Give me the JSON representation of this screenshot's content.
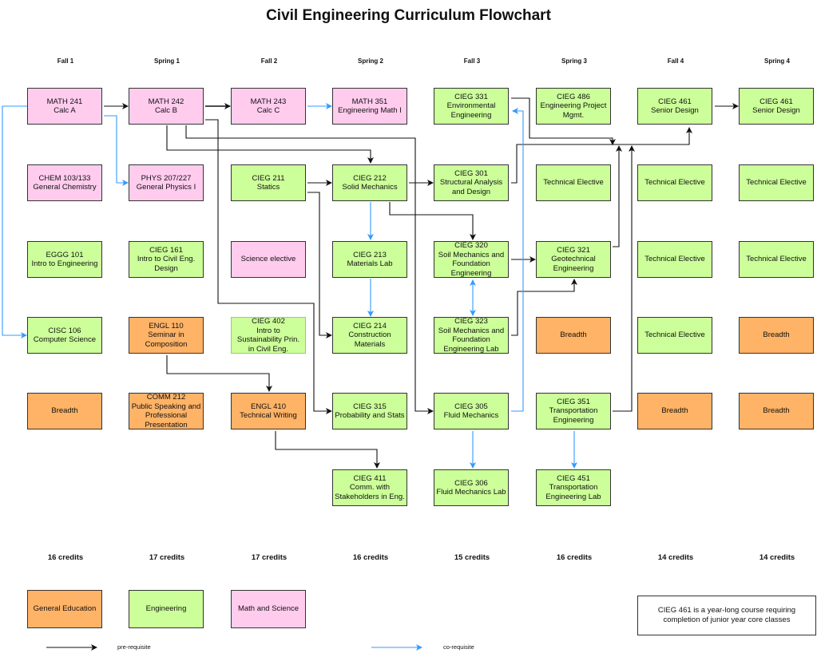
{
  "title": "Civil Engineering Curriculum Flowchart",
  "semesters": [
    "Fall 1",
    "Spring 1",
    "Fall 2",
    "Spring 2",
    "Fall 3",
    "Spring 3",
    "Fall 4",
    "Spring 4"
  ],
  "credits": [
    "16 credits",
    "17 credits",
    "17 credits",
    "16 credits",
    "15 credits",
    "16 credits",
    "14 credits",
    "14 credits"
  ],
  "colors": {
    "engineering": "#ccff99",
    "math_science": "#ffccee",
    "general_education": "#ffb366",
    "prerequisite": "#000000",
    "corequisite": "#3399ff"
  },
  "courses": {
    "math241": {
      "code": "MATH 241",
      "name": "Calc A"
    },
    "math242": {
      "code": "MATH 242",
      "name": "Calc B"
    },
    "math243": {
      "code": "MATH 243",
      "name": "Calc C"
    },
    "math351": {
      "code": "MATH 351",
      "name": "Engineering Math I"
    },
    "cieg331": {
      "code": "CIEG 331",
      "name": "Environmental Engineering"
    },
    "cieg486": {
      "code": "CIEG 486",
      "name": "Engineering Project Mgmt."
    },
    "cieg461a": {
      "code": "CIEG 461",
      "name": "Senior Design"
    },
    "cieg461b": {
      "code": "CIEG 461",
      "name": "Senior Design"
    },
    "chem103": {
      "code": "CHEM 103/133",
      "name": "General Chemistry"
    },
    "phys207": {
      "code": "PHYS 207/227",
      "name": "General Physics I"
    },
    "cieg211": {
      "code": "CIEG 211",
      "name": "Statics"
    },
    "cieg212": {
      "code": "CIEG 212",
      "name": "Solid Mechanics"
    },
    "cieg301": {
      "code": "CIEG 301",
      "name": "Structural Analysis and Design"
    },
    "te_s3": {
      "code": "",
      "name": "Technical Elective"
    },
    "te_f4a": {
      "code": "",
      "name": "Technical Elective"
    },
    "te_s4a": {
      "code": "",
      "name": "Technical Elective"
    },
    "eggg101": {
      "code": "EGGG 101",
      "name": "Intro to Engineering"
    },
    "cieg161": {
      "code": "CIEG 161",
      "name": "Intro to Civil Eng. Design"
    },
    "scielec": {
      "code": "",
      "name": "Science elective"
    },
    "cieg213": {
      "code": "CIEG 213",
      "name": "Materials Lab"
    },
    "cieg320": {
      "code": "CIEG 320",
      "name": "Soil Mechanics and Foundation Engineering"
    },
    "cieg321": {
      "code": "CIEG 321",
      "name": "Geotechnical Engineering"
    },
    "te_f4b": {
      "code": "",
      "name": "Technical Elective"
    },
    "te_s4b": {
      "code": "",
      "name": "Technical Elective"
    },
    "cisc106": {
      "code": "CISC 106",
      "name": "Computer Science"
    },
    "engl110": {
      "code": "ENGL 110",
      "name": "Seminar in Composition"
    },
    "cieg402": {
      "code": "CIEG 402",
      "name": "Intro to Sustainability Prin. in Civil Eng."
    },
    "cieg214": {
      "code": "CIEG 214",
      "name": "Construction Materials"
    },
    "cieg323": {
      "code": "CIEG 323",
      "name": "Soil Mechanics and Foundation Engineering Lab"
    },
    "br_s3": {
      "code": "",
      "name": "Breadth"
    },
    "te_f4c": {
      "code": "",
      "name": "Technical Elective"
    },
    "br_s4a": {
      "code": "",
      "name": "Breadth"
    },
    "br_f1": {
      "code": "",
      "name": "Breadth"
    },
    "comm212": {
      "code": "COMM 212",
      "name": "Public Speaking and Professional Presentation"
    },
    "engl410": {
      "code": "ENGL 410",
      "name": "Technical Writing"
    },
    "cieg315": {
      "code": "CIEG 315",
      "name": "Probability and Stats"
    },
    "cieg305": {
      "code": "CIEG 305",
      "name": "Fluid Mechanics"
    },
    "cieg351": {
      "code": "CIEG 351",
      "name": "Transportation Engineering"
    },
    "br_f4": {
      "code": "",
      "name": "Breadth"
    },
    "br_s4b": {
      "code": "",
      "name": "Breadth"
    },
    "cieg411": {
      "code": "CIEG 411",
      "name": "Comm. with Stakeholders in Eng."
    },
    "cieg306": {
      "code": "CIEG 306",
      "name": "Fluid Mechanics Lab"
    },
    "cieg451": {
      "code": "CIEG 451",
      "name": "Transportation Engineering Lab"
    }
  },
  "legend": {
    "general_education": "General Education",
    "engineering": "Engineering",
    "math_science": "Math and Science",
    "prerequisite": "pre-requisite",
    "corequisite": "co-requisite"
  },
  "note": "CIEG 461 is a year-long course requiring completion of junior year core classes"
}
